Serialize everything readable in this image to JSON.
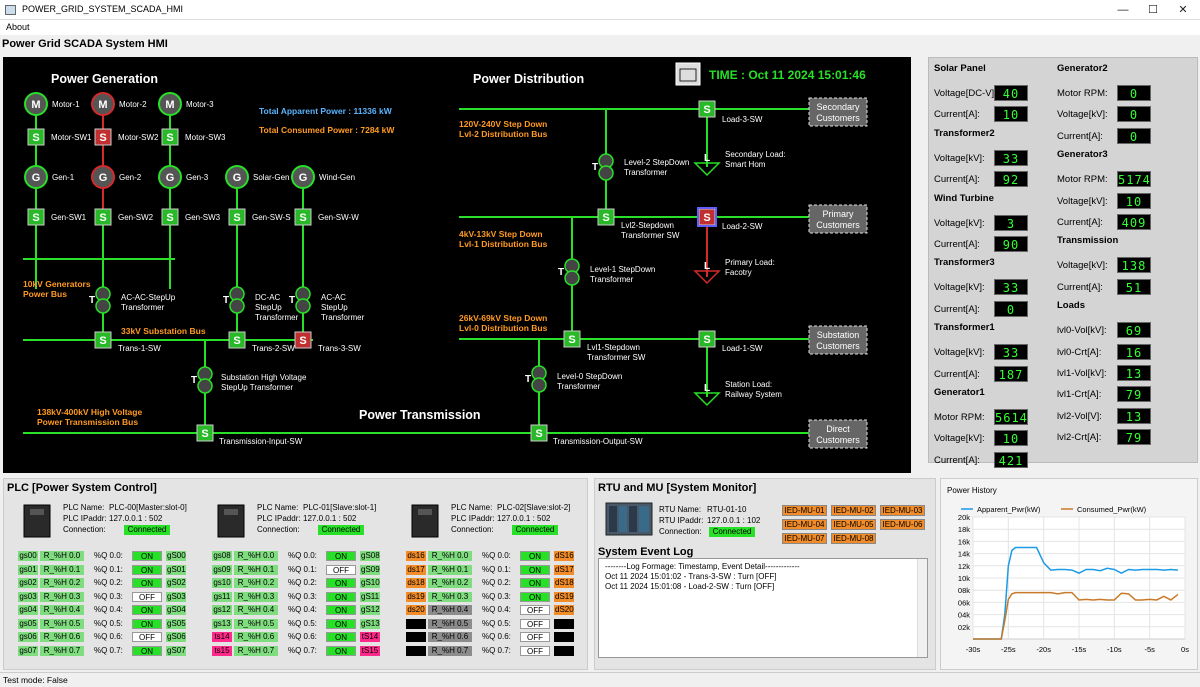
{
  "window": {
    "title": "POWER_GRID_SYSTEM_SCADA_HMI",
    "minimize": "—",
    "maximize": "☐",
    "close": "✕"
  },
  "menu": {
    "about": "About"
  },
  "hmi_title": "Power Grid SCADA System HMI",
  "diagram": {
    "sections": {
      "generation": "Power Generation",
      "distribution": "Power Distribution",
      "transmission": "Power Transmission"
    },
    "time": "TIME : Oct 11 2024 15:01:46",
    "total_apparent": "Total Apparent Power : 11336 kW",
    "total_consumed": "Total Consumed Power : 7284 kW",
    "buses": {
      "gen_bus": [
        "10kV Generators",
        "Power Bus"
      ],
      "sub_bus": "33kV Substation Bus",
      "hv_bus": [
        "138kV-400kV High Voltage",
        "Power Transmission Bus"
      ],
      "lvl2_bus": [
        "120V-240V Step Down",
        "Lvl-2 Distribution Bus"
      ],
      "lvl1_bus": [
        "4kV-13kV Step Down",
        "Lvl-1 Distribution Bus"
      ],
      "lvl0_bus": [
        "26kV-69kV Step Down",
        "Lvl-0 Distribution Bus"
      ]
    },
    "motors": [
      {
        "label": "Motor-1",
        "state": "on"
      },
      {
        "label": "Motor-2",
        "state": "off"
      },
      {
        "label": "Motor-3",
        "state": "on"
      }
    ],
    "motor_switches": [
      {
        "label": "Motor-SW1",
        "state": "on"
      },
      {
        "label": "Motor-SW2",
        "state": "off"
      },
      {
        "label": "Motor-SW3",
        "state": "on"
      }
    ],
    "generators": [
      {
        "label": "Gen-1",
        "state": "on"
      },
      {
        "label": "Gen-2",
        "state": "off"
      },
      {
        "label": "Gen-3",
        "state": "on"
      },
      {
        "label": "Solar-Gen",
        "state": "on"
      },
      {
        "label": "Wind-Gen",
        "state": "on"
      }
    ],
    "gen_switches": [
      {
        "label": "Gen-SW1",
        "state": "on"
      },
      {
        "label": "Gen-SW2",
        "state": "on"
      },
      {
        "label": "Gen-SW3",
        "state": "on"
      },
      {
        "label": "Gen-SW-S",
        "state": "on"
      },
      {
        "label": "Gen-SW-W",
        "state": "on"
      }
    ],
    "transformers": {
      "t1": [
        "AC-AC-StepUp",
        "Transformer"
      ],
      "t2": [
        "DC-AC",
        "StepUp",
        "Transformer"
      ],
      "t3": [
        "AC-AC",
        "StepUp",
        "Transformer"
      ],
      "sub": [
        "Substation High Voltage",
        "StepUp Transformer"
      ],
      "l0": [
        "Level-0 StepDown",
        "Transformer"
      ],
      "l1": [
        "Level-1 StepDown",
        "Transformer"
      ],
      "l2": [
        "Level-2 StepDown",
        "Transformer"
      ]
    },
    "t_symbol": "T",
    "s_symbol": "S",
    "m_symbol": "M",
    "g_symbol": "G",
    "l_symbol": "L",
    "trans_switches": {
      "t1": {
        "label": "Trans-1-SW",
        "state": "on"
      },
      "t2": {
        "label": "Trans-2-SW",
        "state": "on"
      },
      "t3": {
        "label": "Trans-3-SW",
        "state": "off"
      },
      "tin": {
        "label": "Transmission-Input-SW",
        "state": "on"
      },
      "tout": {
        "label": "Transmission-Output-SW",
        "state": "on"
      },
      "l1sd": {
        "label": [
          "Lvl1-Stepdown",
          "Transformer SW"
        ],
        "state": "on"
      },
      "l2sd": {
        "label": [
          "Lvl2-Stepdown",
          "Transformer SW"
        ],
        "state": "on"
      },
      "load1": {
        "label": "Load-1-SW",
        "state": "on"
      },
      "load2": {
        "label": "Load-2-SW",
        "state": "off"
      },
      "load3": {
        "label": "Load-3-SW",
        "state": "on"
      }
    },
    "loads": {
      "station": [
        "Station Load:",
        "Railway System"
      ],
      "primary": [
        "Primary Load:",
        "Facotry"
      ],
      "secondary": [
        "Secondary Load:",
        "Smart Hom"
      ]
    },
    "customers": {
      "secondary": [
        "Secondary",
        "Customers"
      ],
      "primary": [
        "Primary",
        "Customers"
      ],
      "substation": [
        "Substation",
        "Customers"
      ],
      "direct": [
        "Direct",
        "Customers"
      ]
    }
  },
  "readings": {
    "left": [
      {
        "header": "Solar Panel"
      },
      {
        "label": "Voltage[DC-V]:",
        "value": "40"
      },
      {
        "label": "Current[A]:",
        "value": "10"
      },
      {
        "header": "Transformer2"
      },
      {
        "label": "Voltage[kV]:",
        "value": "33"
      },
      {
        "label": "Current[A]:",
        "value": "92"
      },
      {
        "header": "Wind Turbine"
      },
      {
        "label": "Voltage[kV]:",
        "value": "3"
      },
      {
        "label": "Current[A]:",
        "value": "90"
      },
      {
        "header": "Transformer3"
      },
      {
        "label": "Voltage[kV]:",
        "value": "33"
      },
      {
        "label": "Current[A]:",
        "value": "0"
      },
      {
        "header": "Transformer1"
      },
      {
        "label": "Voltage[kV]:",
        "value": "33"
      },
      {
        "label": "Current[A]:",
        "value": "187"
      },
      {
        "header": "Generator1"
      },
      {
        "label": "Motor RPM:",
        "value": "5614"
      },
      {
        "label": "Voltage[kV]:",
        "value": "10"
      },
      {
        "label": "Current[A]:",
        "value": "421"
      }
    ],
    "right": [
      {
        "header": "Generator2"
      },
      {
        "label": "Motor RPM:",
        "value": "0"
      },
      {
        "label": "Voltage[kV]:",
        "value": "0"
      },
      {
        "label": "Current[A]:",
        "value": "0"
      },
      {
        "header": "Generator3"
      },
      {
        "label": "Motor RPM:",
        "value": "5174"
      },
      {
        "label": "Voltage[kV]:",
        "value": "10"
      },
      {
        "label": "Current[A]:",
        "value": "409"
      },
      {
        "header": "Transmission"
      },
      {
        "label": "Voltage[kV]:",
        "value": "138"
      },
      {
        "label": "Current[A]:",
        "value": "51"
      },
      {
        "header": "Loads"
      },
      {
        "label": "lvl0-Vol[kV]:",
        "value": "69"
      },
      {
        "label": "lvl0-Crt[A]:",
        "value": "16"
      },
      {
        "label": "lvl1-Vol[kV]:",
        "value": "13"
      },
      {
        "label": "lvl1-Crt[A]:",
        "value": "79"
      },
      {
        "label": "lvl2-Vol[V]:",
        "value": "13"
      },
      {
        "label": "lvl2-Crt[A]:",
        "value": "79"
      }
    ]
  },
  "plc_section": {
    "title": "PLC [Power System Control]",
    "labels": {
      "name": "PLC Name:",
      "ip": "PLC IPaddr:",
      "conn": "Connection:"
    },
    "plcs": [
      {
        "name": "PLC-00[Master:slot-0]",
        "ip": "127.0.0.1 : 502",
        "conn": "Connected",
        "rows": [
          {
            "a": "gs00",
            "ac": "#7fdc7f",
            "b": "R_%H 0.0",
            "bc": "#7fdc7f",
            "q": "%Q 0.0:",
            "v": "ON",
            "vc": "#28e028",
            "d": "gS00",
            "dc": "#7fdc7f"
          },
          {
            "a": "gs01",
            "ac": "#7fdc7f",
            "b": "R_%H 0.1",
            "bc": "#7fdc7f",
            "q": "%Q 0.1:",
            "v": "ON",
            "vc": "#28e028",
            "d": "gS01",
            "dc": "#7fdc7f"
          },
          {
            "a": "gs02",
            "ac": "#7fdc7f",
            "b": "R_%H 0.2",
            "bc": "#7fdc7f",
            "q": "%Q 0.2:",
            "v": "ON",
            "vc": "#28e028",
            "d": "gS02",
            "dc": "#7fdc7f"
          },
          {
            "a": "gs03",
            "ac": "#7fdc7f",
            "b": "R_%H 0.3",
            "bc": "#7fdc7f",
            "q": "%Q 0.3:",
            "v": "OFF",
            "vc": "#ffffff",
            "d": "gS03",
            "dc": "#7fdc7f"
          },
          {
            "a": "gs04",
            "ac": "#7fdc7f",
            "b": "R_%H 0.4",
            "bc": "#7fdc7f",
            "q": "%Q 0.4:",
            "v": "ON",
            "vc": "#28e028",
            "d": "gS04",
            "dc": "#7fdc7f"
          },
          {
            "a": "gs05",
            "ac": "#7fdc7f",
            "b": "R_%H 0.5",
            "bc": "#7fdc7f",
            "q": "%Q 0.5:",
            "v": "ON",
            "vc": "#28e028",
            "d": "gS05",
            "dc": "#7fdc7f"
          },
          {
            "a": "gs06",
            "ac": "#7fdc7f",
            "b": "R_%H 0.6",
            "bc": "#7fdc7f",
            "q": "%Q 0.6:",
            "v": "OFF",
            "vc": "#ffffff",
            "d": "gS06",
            "dc": "#7fdc7f"
          },
          {
            "a": "gs07",
            "ac": "#7fdc7f",
            "b": "R_%H 0.7",
            "bc": "#7fdc7f",
            "q": "%Q 0.7:",
            "v": "ON",
            "vc": "#28e028",
            "d": "gS07",
            "dc": "#7fdc7f"
          }
        ]
      },
      {
        "name": "PLC-01[Slave:slot-1]",
        "ip": "127.0.0.1 : 502",
        "conn": "Connected",
        "rows": [
          {
            "a": "gs08",
            "ac": "#7fdc7f",
            "b": "R_%H 0.0",
            "bc": "#7fdc7f",
            "q": "%Q 0.0:",
            "v": "ON",
            "vc": "#28e028",
            "d": "gS08",
            "dc": "#7fdc7f"
          },
          {
            "a": "gs09",
            "ac": "#7fdc7f",
            "b": "R_%H 0.1",
            "bc": "#7fdc7f",
            "q": "%Q 0.1:",
            "v": "OFF",
            "vc": "#ffffff",
            "d": "gS09",
            "dc": "#7fdc7f"
          },
          {
            "a": "gs10",
            "ac": "#7fdc7f",
            "b": "R_%H 0.2",
            "bc": "#7fdc7f",
            "q": "%Q 0.2:",
            "v": "ON",
            "vc": "#28e028",
            "d": "gS10",
            "dc": "#7fdc7f"
          },
          {
            "a": "gs11",
            "ac": "#7fdc7f",
            "b": "R_%H 0.3",
            "bc": "#7fdc7f",
            "q": "%Q 0.3:",
            "v": "ON",
            "vc": "#28e028",
            "d": "gS11",
            "dc": "#7fdc7f"
          },
          {
            "a": "gs12",
            "ac": "#7fdc7f",
            "b": "R_%H 0.4",
            "bc": "#7fdc7f",
            "q": "%Q 0.4:",
            "v": "ON",
            "vc": "#28e028",
            "d": "gS12",
            "dc": "#7fdc7f"
          },
          {
            "a": "gs13",
            "ac": "#7fdc7f",
            "b": "R_%H 0.5",
            "bc": "#7fdc7f",
            "q": "%Q 0.5:",
            "v": "ON",
            "vc": "#28e028",
            "d": "gS13",
            "dc": "#7fdc7f"
          },
          {
            "a": "ts14",
            "ac": "#ff2a8a",
            "b": "R_%H 0.6",
            "bc": "#7fdc7f",
            "q": "%Q 0.6:",
            "v": "ON",
            "vc": "#28e028",
            "d": "tS14",
            "dc": "#ff2a8a"
          },
          {
            "a": "ts15",
            "ac": "#ff2a8a",
            "b": "R_%H 0.7",
            "bc": "#7fdc7f",
            "q": "%Q 0.7:",
            "v": "ON",
            "vc": "#28e028",
            "d": "tS15",
            "dc": "#ff2a8a"
          }
        ]
      },
      {
        "name": "PLC-02[Slave:slot-2]",
        "ip": "127.0.0.1 : 502",
        "conn": "Connected",
        "rows": [
          {
            "a": "ds16",
            "ac": "#f28c28",
            "b": "R_%H 0.0",
            "bc": "#7fdc7f",
            "q": "%Q 0.0:",
            "v": "ON",
            "vc": "#28e028",
            "d": "dS16",
            "dc": "#f28c28"
          },
          {
            "a": "ds17",
            "ac": "#f28c28",
            "b": "R_%H 0.1",
            "bc": "#7fdc7f",
            "q": "%Q 0.1:",
            "v": "ON",
            "vc": "#28e028",
            "d": "dS17",
            "dc": "#f28c28"
          },
          {
            "a": "ds18",
            "ac": "#f28c28",
            "b": "R_%H 0.2",
            "bc": "#7fdc7f",
            "q": "%Q 0.2:",
            "v": "ON",
            "vc": "#28e028",
            "d": "dS18",
            "dc": "#f28c28"
          },
          {
            "a": "ds19",
            "ac": "#f28c28",
            "b": "R_%H 0.3",
            "bc": "#7fdc7f",
            "q": "%Q 0.3:",
            "v": "ON",
            "vc": "#28e028",
            "d": "dS19",
            "dc": "#f28c28"
          },
          {
            "a": "ds20",
            "ac": "#f28c28",
            "b": "R_%H 0.4",
            "bc": "#8c8c8c",
            "q": "%Q 0.4:",
            "v": "OFF",
            "vc": "#ffffff",
            "d": "dS20",
            "dc": "#f28c28"
          },
          {
            "a": "",
            "ac": "#000000",
            "b": "R_%H 0.5",
            "bc": "#8c8c8c",
            "q": "%Q 0.5:",
            "v": "OFF",
            "vc": "#ffffff",
            "d": "",
            "dc": "#000000"
          },
          {
            "a": "",
            "ac": "#000000",
            "b": "R_%H 0.6",
            "bc": "#8c8c8c",
            "q": "%Q 0.6:",
            "v": "OFF",
            "vc": "#ffffff",
            "d": "",
            "dc": "#000000"
          },
          {
            "a": "",
            "ac": "#000000",
            "b": "R_%H 0.7",
            "bc": "#8c8c8c",
            "q": "%Q 0.7:",
            "v": "OFF",
            "vc": "#ffffff",
            "d": "",
            "dc": "#000000"
          }
        ]
      }
    ]
  },
  "rtu_section": {
    "title": "RTU and MU [System Monitor]",
    "name_label": "RTU Name:",
    "name": "RTU-01-10",
    "ip_label": "RTU IPaddr:",
    "ip": "127.0.0.1 : 102",
    "conn_label": "Connection:",
    "conn": "Connected",
    "ieds": [
      "IED-MU-01",
      "IED-MU-02",
      "IED-MU-03",
      "IED-MU-04",
      "IED-MU-05",
      "IED-MU-06",
      "IED-MU-07",
      "IED-MU-08"
    ]
  },
  "event_log": {
    "title": "System Event Log",
    "lines": [
      "--------Log Formage: Timestamp, Event Detail-------------",
      "Oct 11 2024 15:01:02  -   Trans-3-SW : Turn [OFF]",
      "Oct 11 2024 15:01:08  -   Load-2-SW : Turn [OFF]"
    ]
  },
  "history": {
    "title": "Power History",
    "chart_data": {
      "type": "line",
      "title": "Power History",
      "xlabel": "",
      "ylabel": "",
      "x_ticks": [
        "-30s",
        "-25s",
        "-20s",
        "-15s",
        "-10s",
        "-5s",
        "0s"
      ],
      "y_ticks": [
        "02k",
        "04k",
        "06k",
        "08k",
        "10k",
        "12k",
        "14k",
        "16k",
        "18k",
        "20k"
      ],
      "xlim": [
        -30,
        0
      ],
      "ylim": [
        0,
        20000
      ],
      "grid": true,
      "legend": "top",
      "series": [
        {
          "name": "Apparent_Pwr(kW)",
          "color": "#1a9be6",
          "x": [
            -30,
            -26,
            -25.5,
            -25,
            -24.5,
            -24,
            -23,
            -22,
            -21,
            -20,
            -19,
            -18,
            -17,
            -16,
            -15,
            -14,
            -13,
            -12,
            -11,
            -10,
            -9,
            -8,
            -7,
            -6,
            -5,
            -4,
            -3,
            -2,
            -1
          ],
          "y": [
            0,
            0,
            4000,
            12000,
            14500,
            15000,
            15000,
            15000,
            15000,
            12500,
            11300,
            11400,
            11400,
            11300,
            10800,
            11400,
            11400,
            11200,
            11600,
            11400,
            10800,
            11400,
            11300,
            11400,
            11400,
            11400,
            11300,
            11400,
            11300
          ]
        },
        {
          "name": "Consumed_Pwr(kW)",
          "color": "#c87a28",
          "x": [
            -30,
            -26,
            -25.5,
            -25,
            -24.5,
            -24,
            -23,
            -22,
            -21,
            -20,
            -19,
            -18,
            -17,
            -16,
            -15,
            -14,
            -13,
            -12,
            -11,
            -10,
            -9,
            -8,
            -7,
            -6,
            -5,
            -4,
            -3,
            -2,
            -1
          ],
          "y": [
            0,
            0,
            3000,
            6500,
            7400,
            7600,
            7600,
            7600,
            7600,
            7600,
            7600,
            7400,
            7600,
            7600,
            6400,
            6500,
            6400,
            6500,
            6400,
            6400,
            7500,
            7400,
            6400,
            6400,
            6500,
            6400,
            7000,
            6400,
            7300
          ]
        }
      ]
    }
  },
  "status": {
    "text": "Test mode: False"
  },
  "colors": {
    "on": "#28e028",
    "off": "#d42a2a",
    "bus_orange": "#ff9a22",
    "info_blue": "#5ab4ff",
    "time_green": "#28e028"
  }
}
